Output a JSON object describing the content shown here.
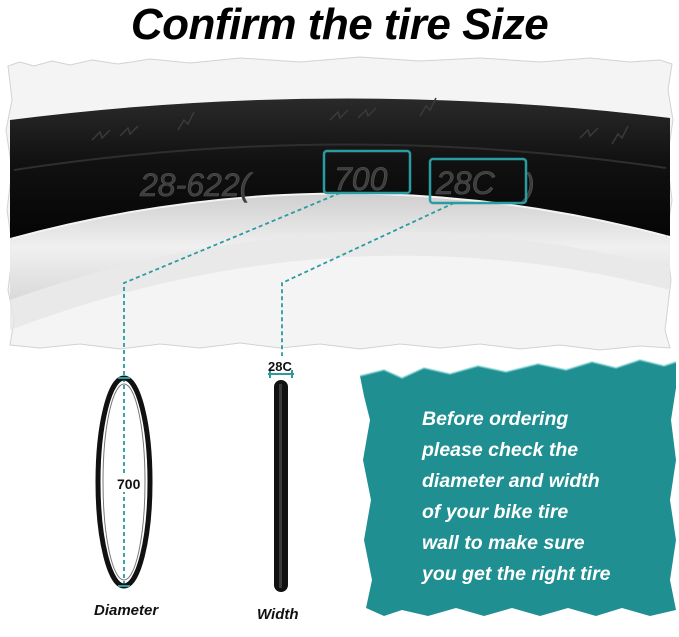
{
  "header": {
    "title": "Confirm the tire Size"
  },
  "tire_sidewall": {
    "marking_prefix": "28-622(",
    "diameter_code": "700",
    "width_code": "28C",
    "marking_suffix": ")"
  },
  "diameter_view": {
    "value": "700",
    "caption": "Diameter"
  },
  "width_view": {
    "value": "28C",
    "caption": "Width"
  },
  "note": {
    "lines": [
      "Before ordering",
      "please check the",
      "diameter and width",
      "of your bike tire",
      "wall to make sure",
      "you get the right tire"
    ]
  },
  "colors": {
    "accent_teal": "#2a9ba0",
    "callout_box": "#1e8c8f",
    "tire_black": "#141414",
    "paper_gray": "#f3f3f3"
  }
}
